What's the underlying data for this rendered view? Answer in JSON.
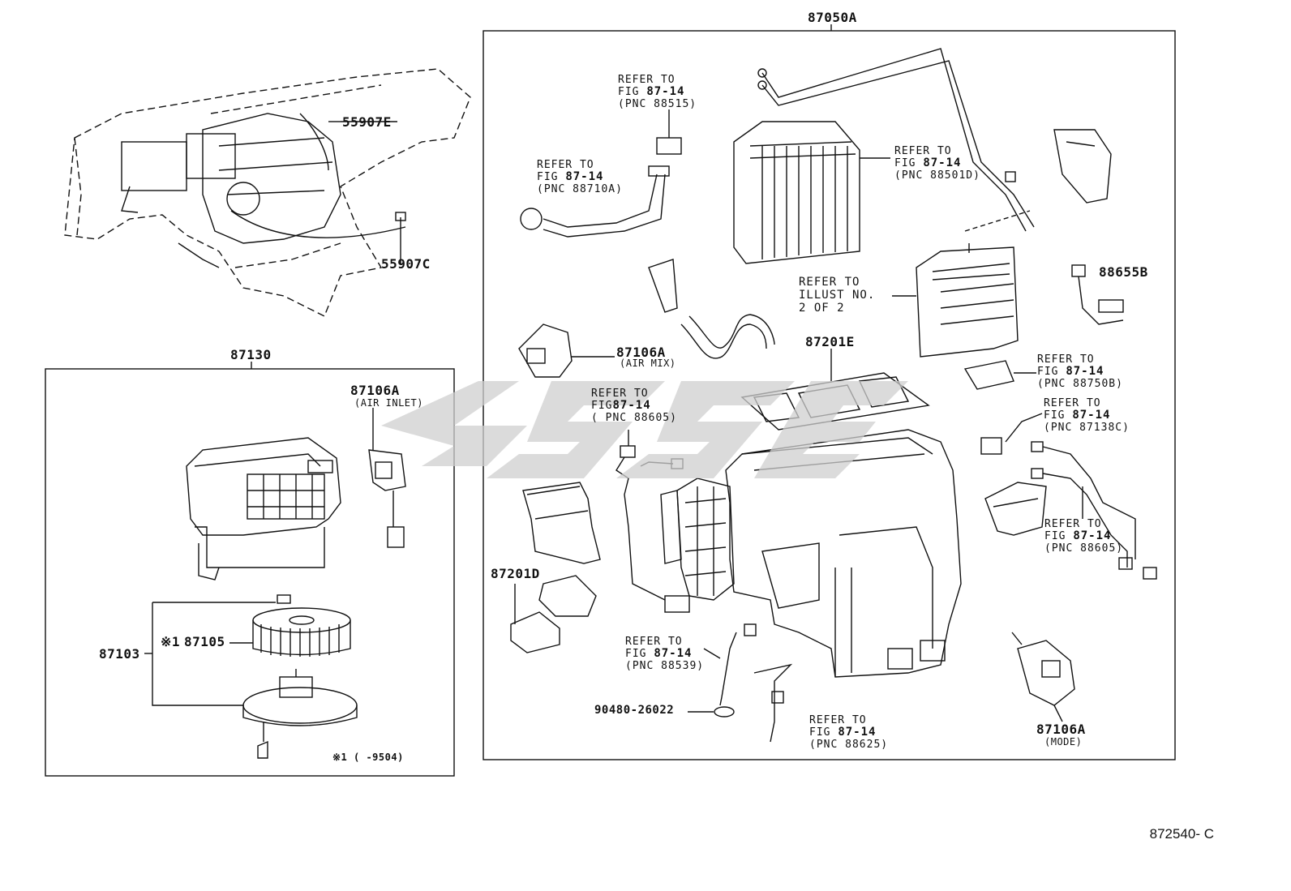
{
  "figure_code": "872540- C",
  "groups": {
    "unit_87050A": "87050A",
    "blower_87130": "87130"
  },
  "labels": {
    "p55907E": "55907E",
    "p55907C": "55907C",
    "p87106A_inlet": "87106A",
    "p87106A_inlet_note": "(AIR INLET)",
    "p87103": "87103",
    "p87105": "87105",
    "mark_87105": "※1",
    "footnote": "※1 (      -9504)",
    "p87106A_mix": "87106A",
    "p87106A_mix_note": "(AIR MIX)",
    "p87201E": "87201E",
    "p87201D": "87201D",
    "p90480": "90480-26022",
    "p88655B": "88655B",
    "p87106A_mode": "87106A",
    "p87106A_mode_note": "(MODE)"
  },
  "refs": [
    {
      "id": "r88515",
      "l1": "REFER TO",
      "l2a": "FIG ",
      "l2b": "87-14",
      "l3": "(PNC 88515)"
    },
    {
      "id": "r88710A",
      "l1": "REFER TO",
      "l2a": "FIG ",
      "l2b": "87-14",
      "l3": "(PNC 88710A)"
    },
    {
      "id": "r88501D",
      "l1": "REFER TO",
      "l2a": "FIG ",
      "l2b": "87-14",
      "l3": "(PNC 88501D)"
    },
    {
      "id": "rIllust",
      "l1": "REFER TO",
      "l2a": "ILLUST NO.",
      "l2b": "",
      "l3": "2 OF 2"
    },
    {
      "id": "r88750B",
      "l1": "REFER TO",
      "l2a": "FIG ",
      "l2b": "87-14",
      "l3": "(PNC 88750B)"
    },
    {
      "id": "r87138C",
      "l1": "REFER TO",
      "l2a": "FIG ",
      "l2b": "87-14",
      "l3": "(PNC 87138C)"
    },
    {
      "id": "r88605a",
      "l1": "REFER TO",
      "l2a": "FIG",
      "l2b": "87-14",
      "l3": "( PNC 88605)"
    },
    {
      "id": "r88605b",
      "l1": "REFER TO",
      "l2a": "FIG ",
      "l2b": "87-14",
      "l3": "(PNC 88605)"
    },
    {
      "id": "r88539",
      "l1": "REFER TO",
      "l2a": "FIG ",
      "l2b": "87-14",
      "l3": "(PNC 88539)"
    },
    {
      "id": "r88625",
      "l1": "REFER TO",
      "l2a": "FIG ",
      "l2b": "87-14",
      "l3": "(PNC 88625)"
    }
  ],
  "colors": {
    "line": "#111111",
    "watermark": "#cfcfcf"
  }
}
